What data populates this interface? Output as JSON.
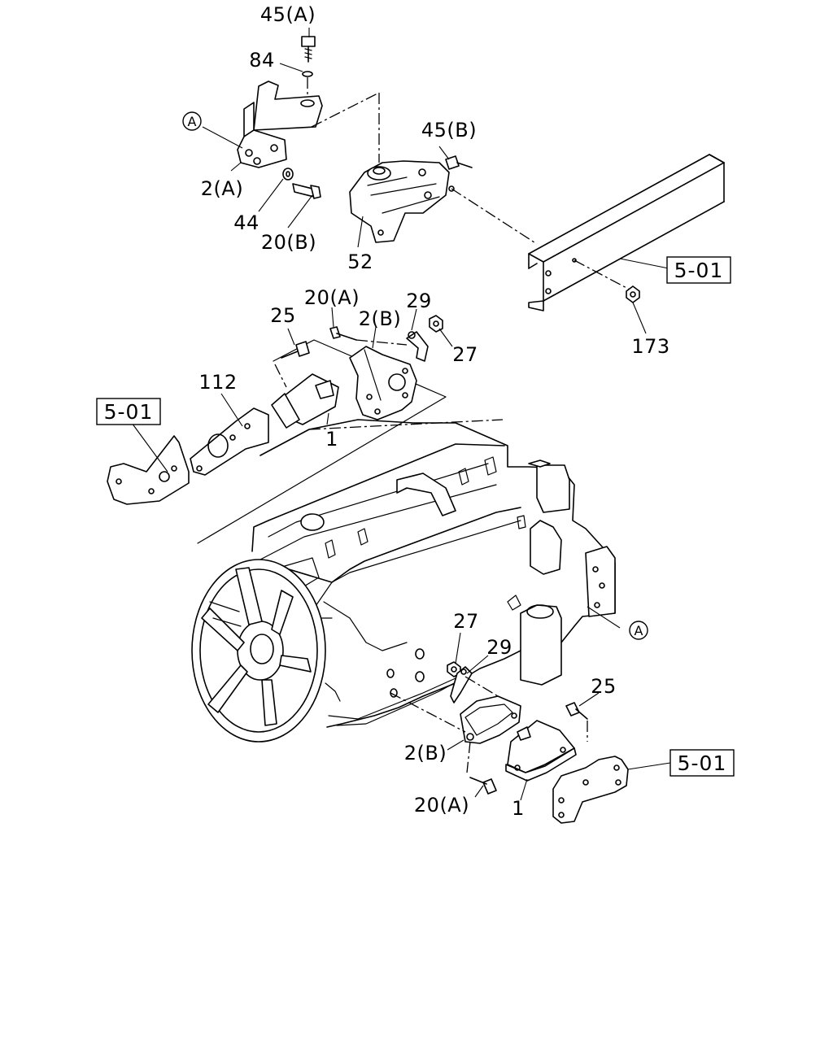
{
  "callouts": {
    "p45a": "45(A)",
    "p84": "84",
    "p2a": "2(A)",
    "p44": "44",
    "p20b": "20(B)",
    "p52": "52",
    "p45b": "45(B)",
    "p173": "173",
    "p25_top": "25",
    "p20a_top": "20(A)",
    "p2b_top": "2(B)",
    "p29_top": "29",
    "p27_top": "27",
    "p112": "112",
    "p1_top": "1",
    "p27_bottom": "27",
    "p29_bottom": "29",
    "p25_bottom": "25",
    "p2b_bottom": "2(B)",
    "p20a_bottom": "20(A)",
    "p1_bottom": "1"
  },
  "refs": {
    "frame_top": "5-01",
    "frame_left": "5-01",
    "frame_bottom": "5-01"
  },
  "markers": {
    "a_top": "A",
    "a_engine": "A"
  }
}
